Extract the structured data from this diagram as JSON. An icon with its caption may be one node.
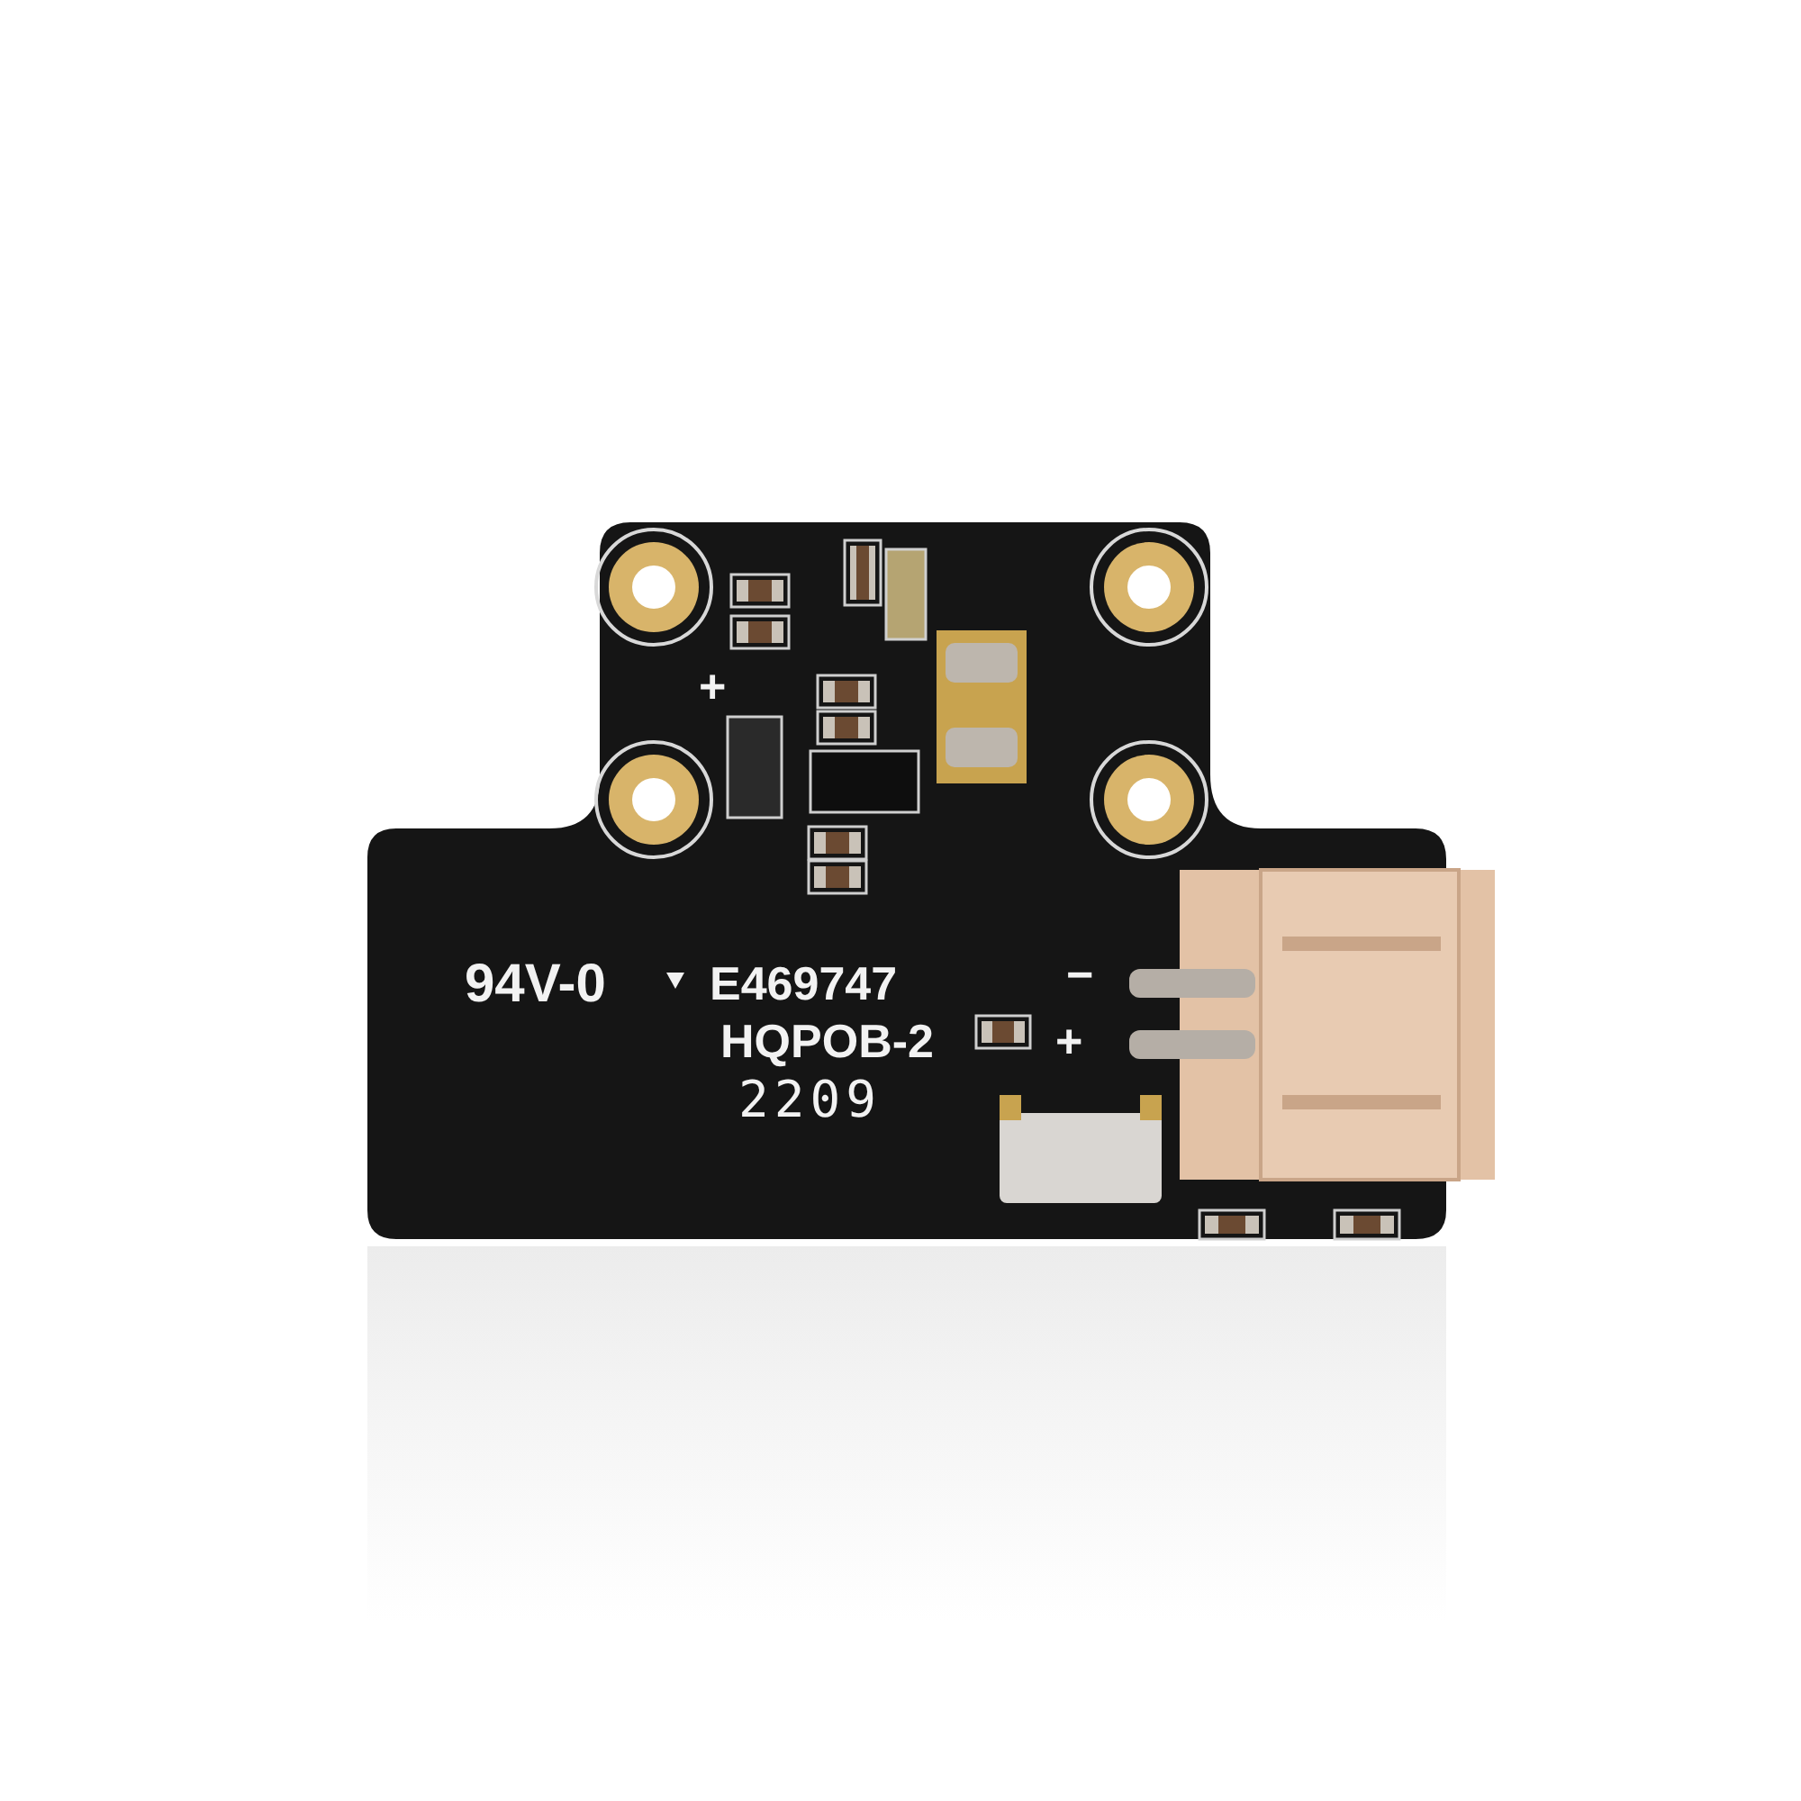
{
  "diagram": {
    "labels": [
      "+",
      "−",
      "94V-0",
      "E469747",
      "+",
      "HQPOB-2",
      "2209"
    ]
  }
}
